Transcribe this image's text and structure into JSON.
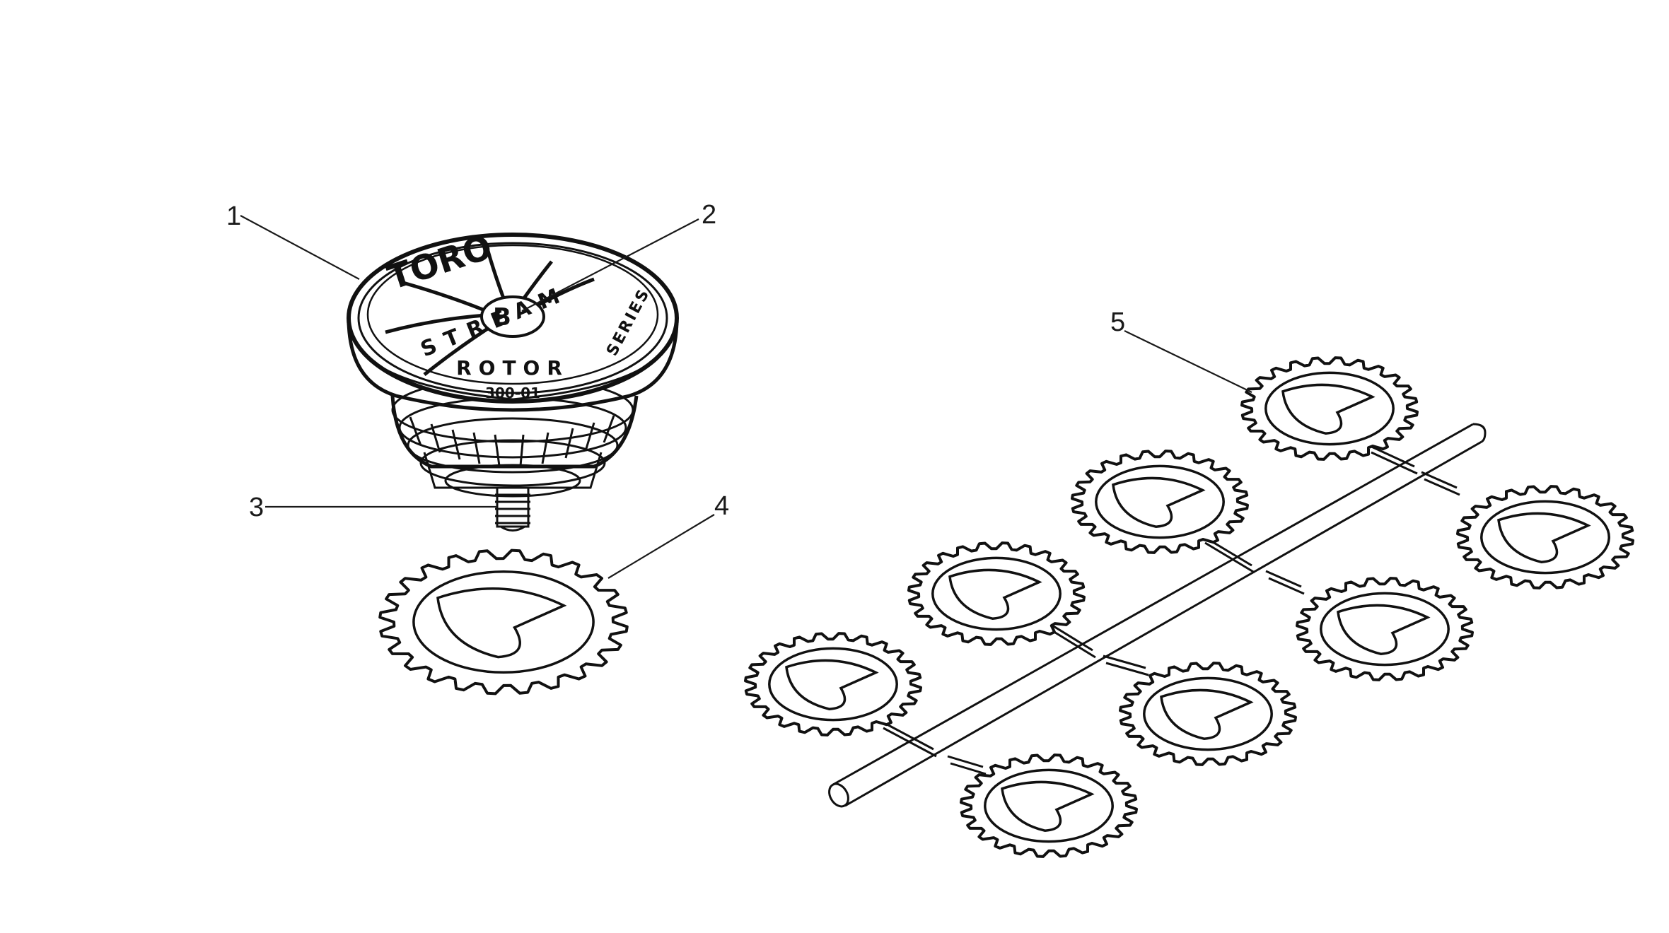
{
  "callouts": [
    {
      "id": "1",
      "label": "1"
    },
    {
      "id": "2",
      "label": "2"
    },
    {
      "id": "3",
      "label": "3"
    },
    {
      "id": "4",
      "label": "4"
    },
    {
      "id": "5",
      "label": "5"
    }
  ],
  "rotor_head": {
    "brand": "TORO",
    "word_stream": "STREAM",
    "word_rotor": "ROTOR",
    "word_series": "SERIES",
    "center_letter": "B",
    "model": "300-01"
  },
  "colors": {
    "ink": "#111111",
    "background": "#ffffff"
  }
}
